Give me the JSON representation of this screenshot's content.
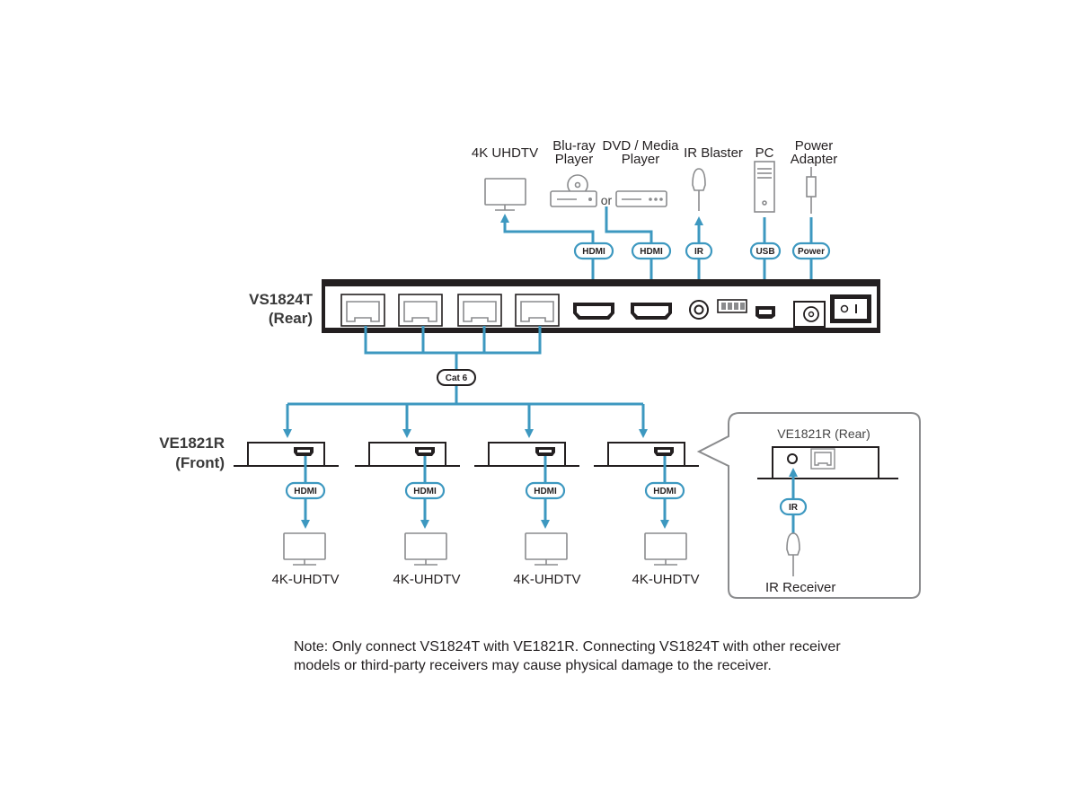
{
  "devices": {
    "uhdtv_top": "4K UHDTV",
    "bluray_line1": "Blu-ray",
    "bluray_line2": "Player",
    "dvd_line1": "DVD / Media",
    "dvd_line2": "Player",
    "or_text": "or",
    "ir_blaster": "IR Blaster",
    "pc": "PC",
    "power_line1": "Power",
    "power_line2": "Adapter"
  },
  "transmitter": {
    "name": "VS1824T",
    "side": "(Rear)"
  },
  "receiver": {
    "name": "VE1821R",
    "side": "(Front)",
    "displays": [
      "4K-UHDTV",
      "4K-UHDTV",
      "4K-UHDTV",
      "4K-UHDTV"
    ]
  },
  "callout": {
    "title": "VE1821R (Rear)",
    "ir_receiver": "IR Receiver"
  },
  "tags": {
    "hdmi": "HDMI",
    "ir": "IR",
    "usb": "USB",
    "power": "Power",
    "cat6": "Cat 6"
  },
  "colors": {
    "cable": "#3d98c0",
    "device_stroke": "#8a8b8d",
    "chassis": "#231f20"
  },
  "note": {
    "line1": "Note: Only connect VS1824T with VE1821R. Connecting VS1824T with other receiver",
    "line2": "models or third-party receivers may cause physical damage to the receiver."
  }
}
